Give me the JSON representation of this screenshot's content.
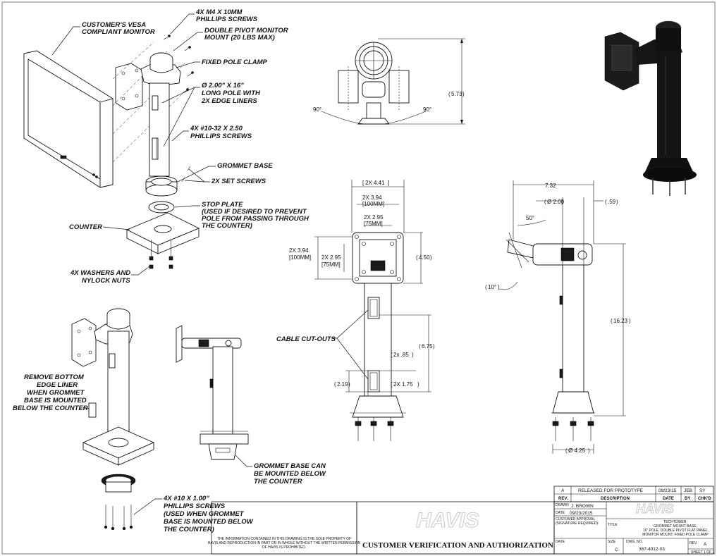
{
  "callouts": {
    "vesa_monitor": [
      "CUSTOMER'S VESA",
      "COMPLIANT MONITOR"
    ],
    "m4_screws": [
      "4X M4 X 10MM",
      "PHILLIPS SCREWS"
    ],
    "double_pivot": [
      "DOUBLE PIVOT MONITOR",
      "MOUNT (20 LBS MAX)"
    ],
    "fixed_pole_clamp": [
      "FIXED POLE CLAMP"
    ],
    "long_pole": [
      "Ø 2.00\" X 16\"",
      "LONG POLE WITH",
      "2X EDGE LINERS"
    ],
    "screws_10_32": [
      "4X #10-32 X 2.50",
      "PHILLIPS SCREWS"
    ],
    "grommet_base": [
      "GROMMET BASE"
    ],
    "set_screws": [
      "2X SET SCREWS"
    ],
    "stop_plate": [
      "STOP PLATE",
      "(USED IF DESIRED TO PREVENT",
      "POLE FROM PASSING THROUGH",
      "THE COUNTER)"
    ],
    "counter": [
      "COUNTER"
    ],
    "washers": [
      "4X WASHERS AND",
      "NYLOCK NUTS"
    ],
    "remove_liner": [
      "REMOVE BOTTOM",
      "EDGE LINER",
      "WHEN GROMMET",
      "BASE IS MOUNTED",
      "BELOW THE COUNTER"
    ],
    "screws_10": [
      "4X #10 X 1.00\"",
      "PHILLIPS SCREWS",
      "(USED WHEN GROMMET",
      "BASE IS MOUNTED BELOW",
      "THE COUNTER)"
    ],
    "grommet_below": [
      "GROMMET BASE CAN",
      "BE MOUNTED BELOW",
      "THE COUNTER"
    ],
    "cable_cutouts": [
      "CABLE CUT-OUTS"
    ]
  },
  "dimensions": {
    "top_height": "5.73",
    "top_angle_left": "90°",
    "top_angle_right": "90°",
    "front_4_41": "2X 4.41",
    "front_3_94_top": [
      "2X 3.94",
      "[100MM]"
    ],
    "front_2_95_top": [
      "2X 2.95",
      "[75MM]"
    ],
    "front_3_94_left": [
      "2X 3.94",
      "[100MM]"
    ],
    "front_2_95_left": [
      "2X 2.95",
      "[75MM]"
    ],
    "front_4_50": "4.50",
    "front_6_75": "6.75",
    "front_0_85": "2x .85",
    "front_2_19": "2.19",
    "front_1_75": "2X 1.75",
    "side_7_32": "7.32",
    "side_2_00": "Ø 2.00",
    "side_0_59": ".59",
    "side_50": "50°",
    "side_10": "10°",
    "side_16_23": "16.23",
    "side_4_25": "Ø 4.25"
  },
  "title_block": {
    "rev_row": {
      "rev": "A",
      "description": "RELEASED FOR PROTOTYPE",
      "date": "09/23/15",
      "by": "JEB",
      "chkd": "SY"
    },
    "headers": {
      "rev": "REV.",
      "description": "DESCRIPTION",
      "date": "DATE",
      "by": "BY",
      "chkd": "CHK'D"
    },
    "drawn_label": "DRAWN",
    "drawn_value": "J. BROWN",
    "date_label": "DATE",
    "date_value": "09/23/2015",
    "approval_label": [
      "CUSTOMER APPROVAL",
      "(SIGNATURE REQUIRED):"
    ],
    "date2_label": "DATE",
    "title_label": "TITLE",
    "title_lines": [
      "TECHTOWER,",
      "GROMMET MOUNT BASE,",
      "16\" POLE, DOUBLE PIVOT FLAT PANEL",
      "MONITOR MOUNT, FIXED POLE CLAMP"
    ],
    "size_label": "SIZE",
    "size_value": "C",
    "dwg_label": "DWG. NO.",
    "dwg_value": "367-4012-03",
    "rev_label": "REV.",
    "rev_value": "A",
    "sheet": "SHEET 1 OF 1",
    "brand_watermark": "HAVIS",
    "verification": "CUSTOMER VERIFICATION AND AUTHORIZATION",
    "confidential": [
      "THE INFORMATION CONTAINED IN THIS DRAWING IS THE SOLE PROPERTY OF",
      "HAVIS AND REPRODUCTION IN PART OR IN WHOLE WITHOUT THE WRITTEN PERMISSION",
      "OF HAVIS IS PROHIBITED."
    ]
  }
}
